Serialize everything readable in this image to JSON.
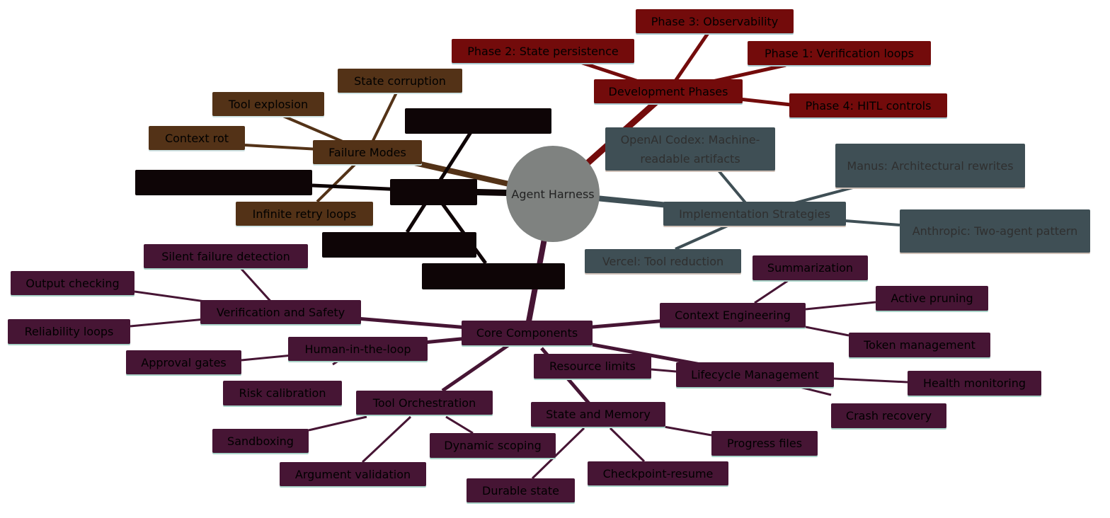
{
  "colors": {
    "root_fill": "#7f8280",
    "root_text": "#222222",
    "dev_phases": "#730b0b",
    "failure_modes": "#533217",
    "black_branch": "#0e0506",
    "implementation": "#3f4f55",
    "core": "#461534",
    "text_dark": "#000000",
    "text_muted": "#2f2f2f",
    "underline_red": "#a7c9cf",
    "underline_brown": "#cfe3e4",
    "underline_purple": "#a8d3c8",
    "underline_slate": "#cfc1b8"
  },
  "root": {
    "label": "Agent Harness"
  },
  "branches": {
    "dev_phases": {
      "label": "Development Phases",
      "children": [
        "Phase 1: Verification loops",
        "Phase 2: State persistence",
        "Phase 3: Observability",
        "Phase 4: HITL controls"
      ]
    },
    "failure_modes": {
      "label": "Failure Modes",
      "children": [
        "State corruption",
        "Tool explosion",
        "Context rot",
        "Infinite retry loops"
      ]
    },
    "implementation": {
      "label": "Implementation Strategies",
      "children": [
        "OpenAI Codex: Machine-readable artifacts",
        "Manus: Architectural rewrites",
        "Anthropic: Two-agent pattern",
        "Vercel: Tool reduction"
      ]
    },
    "core": {
      "label": "Core Components",
      "verification": {
        "label": "Verification and Safety",
        "children": [
          "Silent failure detection",
          "Output checking",
          "Reliability loops"
        ]
      },
      "hitl": {
        "label": "Human-in-the-loop",
        "children": [
          "Approval gates",
          "Risk calibration"
        ]
      },
      "tools": {
        "label": "Tool Orchestration",
        "children": [
          "Sandboxing",
          "Argument validation",
          "Dynamic scoping"
        ]
      },
      "state": {
        "label": "State and Memory",
        "children": [
          "Durable state",
          "Checkpoint-resume",
          "Progress files"
        ]
      },
      "context": {
        "label": "Context Engineering",
        "children": [
          "Summarization",
          "Active pruning",
          "Token management"
        ]
      },
      "lifecycle": {
        "label": "Lifecycle Management",
        "children": [
          "Resource limits",
          "Health monitoring",
          "Crash recovery"
        ]
      }
    }
  }
}
